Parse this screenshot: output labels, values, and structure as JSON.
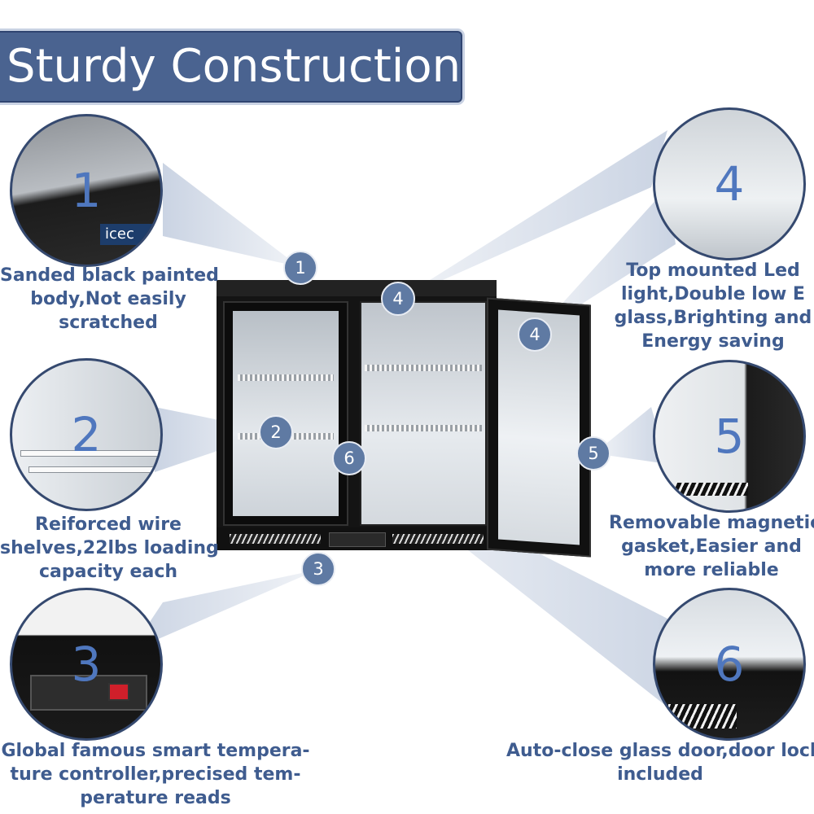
{
  "title": "Sturdy Construction:",
  "features": [
    {
      "number": "1",
      "lines": [
        "Sanded black painted",
        "body,Not easily",
        "scratched"
      ],
      "inset_text": "icec"
    },
    {
      "number": "2",
      "lines": [
        "Reiforced wire",
        "shelves,22lbs loading",
        "capacity each"
      ]
    },
    {
      "number": "3",
      "lines": [
        "Global famous smart tempera-",
        "ture controller,precised tem-",
        "perature reads"
      ]
    },
    {
      "number": "4",
      "lines": [
        "Top mounted Led",
        "light,Double low E",
        "glass,Brighting and",
        "Energy saving"
      ]
    },
    {
      "number": "5",
      "lines": [
        "Removable magnetic",
        "gasket,Easier and",
        "more reliable"
      ]
    },
    {
      "number": "6",
      "lines": [
        "Auto-close glass door,door lock",
        "included"
      ]
    }
  ],
  "markers": [
    "1",
    "2",
    "3",
    "4",
    "4",
    "5",
    "6"
  ],
  "colors": {
    "title_bg": "#4a6390",
    "caption": "#3f5c8f",
    "marker": "#5f7aa3",
    "circle_number": "#4f77be"
  }
}
